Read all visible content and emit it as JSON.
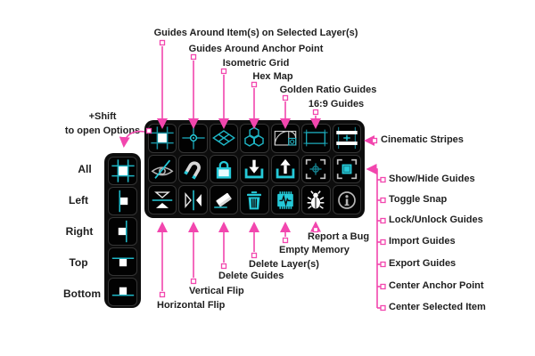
{
  "colors": {
    "accent_cyan": "#2BD9E8",
    "teal_dim": "#157F8D",
    "accent_pink": "#F246AE",
    "panel_bg": "#0D0D0D",
    "label_text": "#1E1E1E"
  },
  "shift_note": {
    "line1": "+Shift",
    "line2": "to open Options"
  },
  "options_strip": {
    "items": [
      {
        "icon": "guides-all-icon",
        "label": "All"
      },
      {
        "icon": "guides-left-icon",
        "label": "Left"
      },
      {
        "icon": "guides-right-icon",
        "label": "Right"
      },
      {
        "icon": "guides-top-icon",
        "label": "Top"
      },
      {
        "icon": "guides-bottom-icon",
        "label": "Bottom"
      }
    ]
  },
  "toolbar": {
    "row1": [
      {
        "icon": "guides-around-item-icon",
        "label": "Guides Around Item(s) on Selected Layer(s)"
      },
      {
        "icon": "guides-around-anchor-icon",
        "label": "Guides Around Anchor Point"
      },
      {
        "icon": "isometric-grid-icon",
        "label": "Isometric Grid"
      },
      {
        "icon": "hex-map-icon",
        "label": "Hex Map"
      },
      {
        "icon": "golden-ratio-icon",
        "label": "Golden Ratio Guides"
      },
      {
        "icon": "16-9-guides-icon",
        "label": "16:9 Guides"
      },
      {
        "icon": "cinematic-stripes-icon",
        "label": "Cinematic Stripes"
      }
    ],
    "row2": [
      {
        "icon": "eye-slash-icon",
        "label": "Show/Hide Guides"
      },
      {
        "icon": "magnet-icon",
        "label": "Toggle Snap"
      },
      {
        "icon": "lock-icon",
        "label": "Lock/Unlock Guides"
      },
      {
        "icon": "import-icon",
        "label": "Import Guides"
      },
      {
        "icon": "export-icon",
        "label": "Export Guides"
      },
      {
        "icon": "center-anchor-icon",
        "label": "Center Anchor Point"
      },
      {
        "icon": "center-item-icon",
        "label": "Center Selected Item"
      }
    ],
    "row3": [
      {
        "icon": "horizontal-flip-icon",
        "label": "Horizontal Flip"
      },
      {
        "icon": "vertical-flip-icon",
        "label": "Vertical Flip"
      },
      {
        "icon": "eraser-icon",
        "label": "Delete Guides"
      },
      {
        "icon": "trash-icon",
        "label": "Delete Layer(s)"
      },
      {
        "icon": "memory-chip-icon",
        "label": "Empty Memory"
      },
      {
        "icon": "bug-icon",
        "label": "Report a Bug"
      },
      {
        "icon": "info-icon",
        "label": ""
      }
    ]
  }
}
